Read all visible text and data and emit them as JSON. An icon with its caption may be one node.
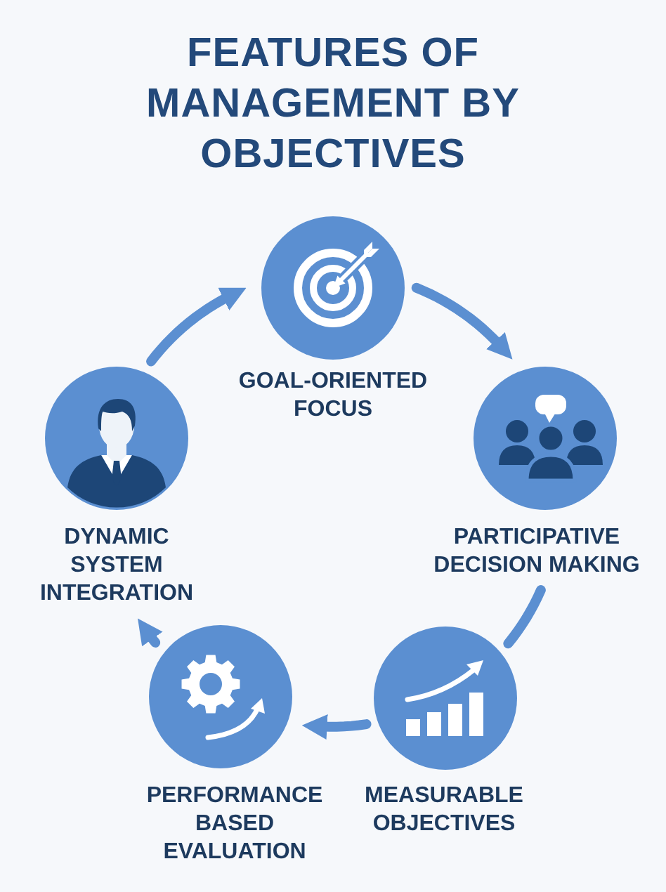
{
  "diagram": {
    "title": "FEATURES OF MANAGEMENT BY OBJECTIVES",
    "nodes": [
      {
        "text": [
          "GOAL-ORIENTED FOCUS"
        ]
      },
      {
        "text": [
          "PARTICIPATIVE DECISION MAKING"
        ]
      },
      {
        "text": [
          "MEASURABLE OBJECTIVES"
        ]
      },
      {
        "text": [
          "PERFORMANCE BASED EVALUATION"
        ]
      },
      {
        "text": [
          "DYNAMIC SYSTEM INTEGRATION"
        ]
      }
    ],
    "edges": [
      {
        "from": 0,
        "to": 1,
        "arrow": "to"
      },
      {
        "from": 1,
        "to": 2,
        "arrow": "none"
      },
      {
        "from": 2,
        "to": 3,
        "arrow": "to"
      },
      {
        "from": 3,
        "to": 4,
        "arrow": "to"
      },
      {
        "from": 4,
        "to": 0,
        "arrow": "to"
      }
    ]
  }
}
